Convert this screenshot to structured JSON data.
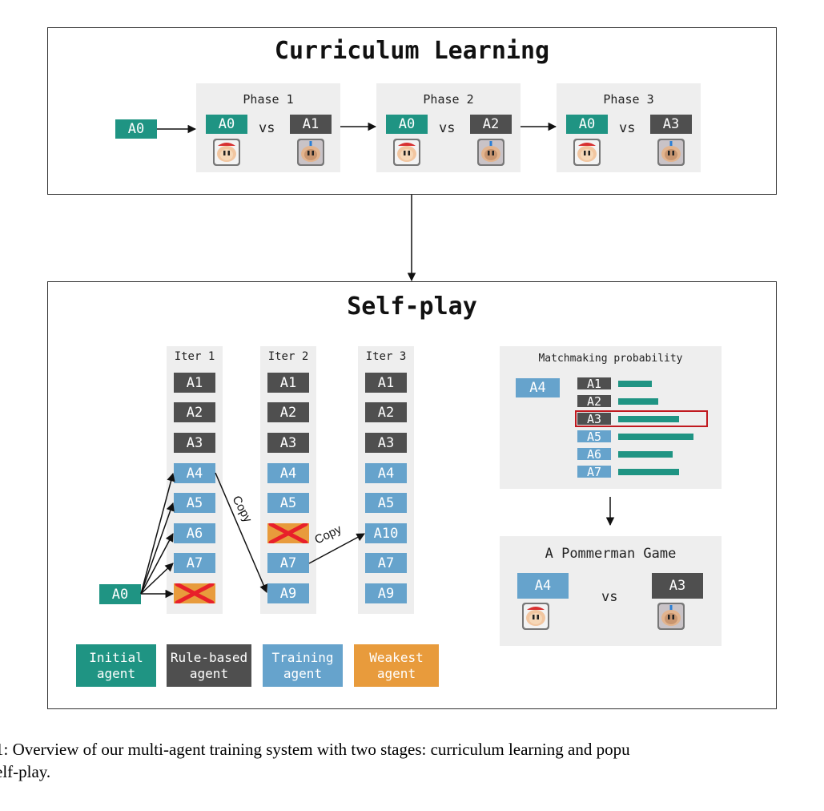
{
  "curriculum": {
    "title": "Curriculum Learning",
    "start_agent": "A0",
    "phases": [
      {
        "label": "Phase 1",
        "left": "A0",
        "vs": "vs",
        "right": "A1"
      },
      {
        "label": "Phase 2",
        "left": "A0",
        "vs": "vs",
        "right": "A2"
      },
      {
        "label": "Phase 3",
        "left": "A0",
        "vs": "vs",
        "right": "A3"
      }
    ]
  },
  "selfplay": {
    "title": "Self-play",
    "start_agent": "A0",
    "copy_label_1": "Copy",
    "copy_label_2": "Copy",
    "iterations": [
      {
        "label": "Iter 1",
        "agents": [
          "A1",
          "A2",
          "A3",
          "A4",
          "A5",
          "A6",
          "A7",
          ""
        ]
      },
      {
        "label": "Iter 2",
        "agents": [
          "A1",
          "A2",
          "A3",
          "A4",
          "A5",
          "",
          "A7",
          "A9"
        ]
      },
      {
        "label": "Iter 3",
        "agents": [
          "A1",
          "A2",
          "A3",
          "A4",
          "A5",
          "A10",
          "A7",
          "A9"
        ]
      }
    ],
    "matchmaking": {
      "title": "Matchmaking probability",
      "agent": "A4",
      "opponents": [
        "A1",
        "A2",
        "A3",
        "A5",
        "A6",
        "A7"
      ],
      "probabilities": [
        0.43,
        0.49,
        0.73,
        0.89,
        0.66,
        0.73
      ],
      "selected": "A3"
    },
    "game": {
      "title": "A Pommerman Game",
      "left": "A4",
      "vs": "vs",
      "right": "A3"
    },
    "legend": [
      {
        "label": "Initial\nagent",
        "color": "#1f9483"
      },
      {
        "label": "Rule-based\nagent",
        "color": "#4f4f4f"
      },
      {
        "label": "Training\nagent",
        "color": "#66a3cc"
      },
      {
        "label": "Weakest\nagent",
        "color": "#e89b3c"
      }
    ]
  },
  "caption": {
    "line1": "1: Overview of our multi-agent training system with two stages: curriculum learning and popu",
    "line2": "elf-play."
  }
}
